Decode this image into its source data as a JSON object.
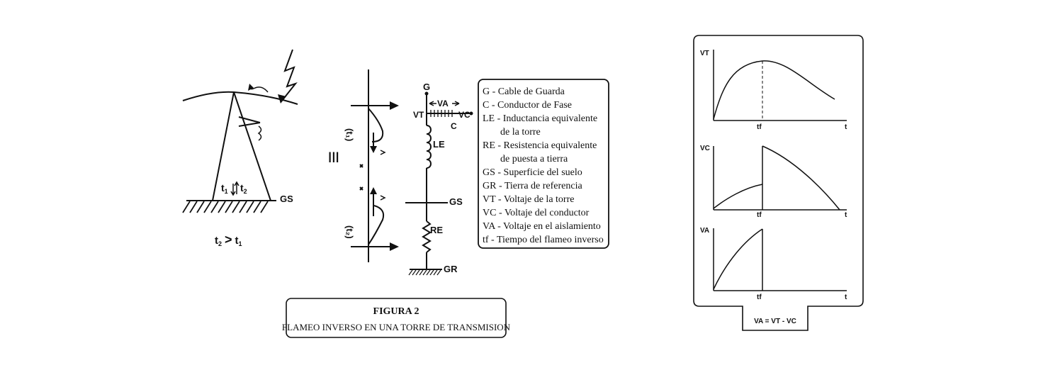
{
  "tower": {
    "gs_label": "GS",
    "t1": "t",
    "t1_sub": "1",
    "t2": "t",
    "t2_sub": "2",
    "relation_t2": "t",
    "relation_t2_sub": "2",
    "relation_gt": ">",
    "relation_t1": "t",
    "relation_t1_sub": "1",
    "equiv_sign": "≡"
  },
  "wave": {
    "upper_label": "(t₁)",
    "lower_label": "(t₂)"
  },
  "circuit": {
    "g": "G",
    "va": "VA",
    "vt": "VT",
    "vc": "VC",
    "c": "C",
    "le": "LE",
    "gs": "GS",
    "re": "RE",
    "gr": "GR"
  },
  "legend": {
    "items": [
      "G - Cable de Guarda",
      "C - Conductor de Fase",
      "LE - Inductancia equivalente",
      "de la torre",
      "RE - Resistencia equivalente",
      "de puesta a tierra",
      "GS - Superficie del suelo",
      "GR - Tierra de referencia",
      "VT - Voltaje de la torre",
      "VC - Voltaje del conductor",
      "VA - Voltaje en el aislamiento",
      "tf - Tiempo del flameo inverso"
    ]
  },
  "figure": {
    "title": "FIGURA 2",
    "subtitle": "FLAMEO INVERSO EN UNA TORRE DE TRANSMISION"
  },
  "graphs": {
    "vt": "VT",
    "vc": "VC",
    "va": "VA",
    "tf": "tf",
    "t": "t",
    "equation": "VA = VT - VC"
  }
}
